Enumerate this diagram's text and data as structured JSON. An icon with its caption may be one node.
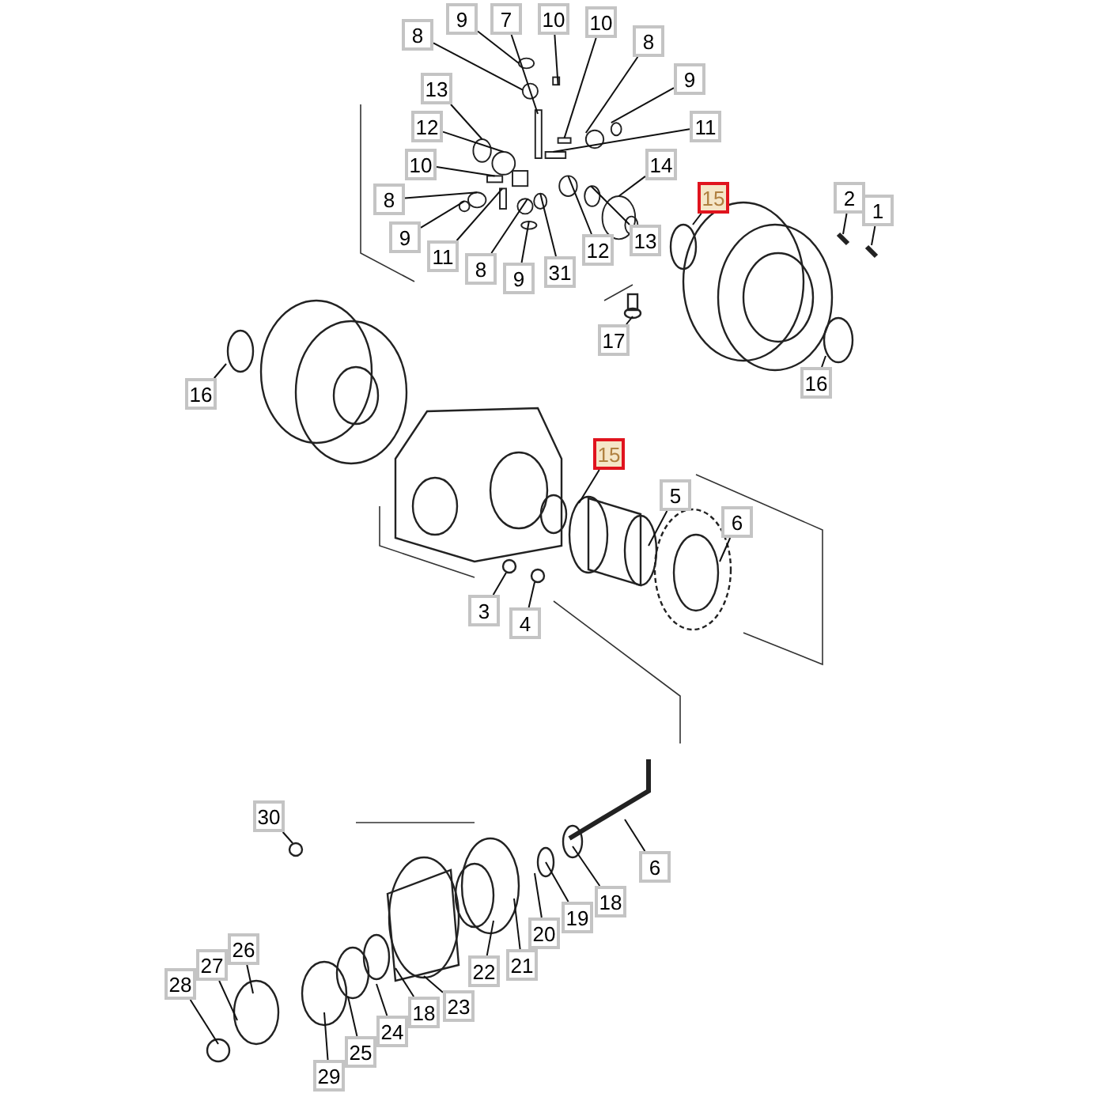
{
  "diagram": {
    "nodes": [
      {
        "text": [
          "9"
        ]
      },
      {
        "text": [
          "10"
        ]
      },
      {
        "text": [
          "8"
        ]
      },
      {
        "text": [
          "7"
        ]
      },
      {
        "text": [
          "8"
        ]
      },
      {
        "text": [
          "9"
        ]
      },
      {
        "text": [
          "13"
        ]
      },
      {
        "text": [
          "12"
        ]
      },
      {
        "text": [
          "10"
        ]
      },
      {
        "text": [
          "11"
        ]
      },
      {
        "text": [
          "12"
        ]
      },
      {
        "text": [
          "13"
        ]
      },
      {
        "text": [
          "14"
        ]
      },
      {
        "text": [
          "15"
        ]
      },
      {
        "text": [
          "10"
        ]
      },
      {
        "text": [
          "8"
        ]
      },
      {
        "text": [
          "9"
        ]
      },
      {
        "text": [
          "2"
        ]
      },
      {
        "text": [
          "1"
        ]
      },
      {
        "text": [
          "11"
        ]
      },
      {
        "text": [
          "8"
        ]
      },
      {
        "text": [
          "9"
        ]
      },
      {
        "text": [
          "31"
        ]
      },
      {
        "text": [
          "17"
        ]
      },
      {
        "text": [
          "16"
        ]
      },
      {
        "text": [
          "16"
        ]
      },
      {
        "text": [
          "15"
        ]
      },
      {
        "text": [
          "5"
        ]
      },
      {
        "text": [
          "6"
        ]
      },
      {
        "text": [
          "3"
        ]
      },
      {
        "text": [
          "4"
        ]
      },
      {
        "text": [
          "30"
        ]
      },
      {
        "text": [
          "6"
        ]
      },
      {
        "text": [
          "18"
        ]
      },
      {
        "text": [
          "19"
        ]
      },
      {
        "text": [
          "20"
        ]
      },
      {
        "text": [
          "21"
        ]
      },
      {
        "text": [
          "22"
        ]
      },
      {
        "text": [
          "23"
        ]
      },
      {
        "text": [
          "18"
        ]
      },
      {
        "text": [
          "24"
        ]
      },
      {
        "text": [
          "25"
        ]
      },
      {
        "text": [
          "29"
        ]
      },
      {
        "text": [
          "26"
        ]
      },
      {
        "text": [
          "27"
        ]
      },
      {
        "text": [
          "28"
        ]
      }
    ],
    "edges": [
      {
        "from": 0,
        "to": null,
        "arrow": "none"
      },
      {
        "from": 1,
        "to": null,
        "arrow": "none"
      },
      {
        "from": 2,
        "to": null,
        "arrow": "none"
      },
      {
        "from": 3,
        "to": null,
        "arrow": "none"
      },
      {
        "from": 4,
        "to": null,
        "arrow": "none"
      },
      {
        "from": 5,
        "to": null,
        "arrow": "none"
      },
      {
        "from": 6,
        "to": null,
        "arrow": "none"
      },
      {
        "from": 7,
        "to": null,
        "arrow": "none"
      },
      {
        "from": 8,
        "to": null,
        "arrow": "none"
      },
      {
        "from": 9,
        "to": null,
        "arrow": "none"
      },
      {
        "from": 10,
        "to": null,
        "arrow": "none"
      },
      {
        "from": 11,
        "to": null,
        "arrow": "none"
      },
      {
        "from": 12,
        "to": null,
        "arrow": "none"
      },
      {
        "from": 13,
        "to": null,
        "arrow": "none"
      },
      {
        "from": 14,
        "to": null,
        "arrow": "none"
      },
      {
        "from": 15,
        "to": null,
        "arrow": "none"
      },
      {
        "from": 16,
        "to": null,
        "arrow": "none"
      },
      {
        "from": 17,
        "to": null,
        "arrow": "none"
      },
      {
        "from": 18,
        "to": null,
        "arrow": "none"
      },
      {
        "from": 19,
        "to": null,
        "arrow": "none"
      },
      {
        "from": 20,
        "to": null,
        "arrow": "none"
      },
      {
        "from": 21,
        "to": null,
        "arrow": "none"
      },
      {
        "from": 22,
        "to": null,
        "arrow": "none"
      },
      {
        "from": 23,
        "to": null,
        "arrow": "none"
      },
      {
        "from": 24,
        "to": null,
        "arrow": "none"
      },
      {
        "from": 25,
        "to": null,
        "arrow": "none"
      },
      {
        "from": 26,
        "to": null,
        "arrow": "none"
      },
      {
        "from": 27,
        "to": null,
        "arrow": "none"
      },
      {
        "from": 28,
        "to": null,
        "arrow": "none"
      },
      {
        "from": 29,
        "to": null,
        "arrow": "none"
      },
      {
        "from": 30,
        "to": null,
        "arrow": "none"
      },
      {
        "from": 31,
        "to": null,
        "arrow": "none"
      },
      {
        "from": 32,
        "to": null,
        "arrow": "none"
      },
      {
        "from": 33,
        "to": null,
        "arrow": "none"
      },
      {
        "from": 34,
        "to": null,
        "arrow": "none"
      },
      {
        "from": 35,
        "to": null,
        "arrow": "none"
      },
      {
        "from": 36,
        "to": null,
        "arrow": "none"
      },
      {
        "from": 37,
        "to": null,
        "arrow": "none"
      },
      {
        "from": 38,
        "to": null,
        "arrow": "none"
      },
      {
        "from": 39,
        "to": null,
        "arrow": "none"
      },
      {
        "from": 40,
        "to": null,
        "arrow": "none"
      },
      {
        "from": 41,
        "to": null,
        "arrow": "none"
      },
      {
        "from": 42,
        "to": null,
        "arrow": "none"
      },
      {
        "from": 43,
        "to": null,
        "arrow": "none"
      },
      {
        "from": 44,
        "to": null,
        "arrow": "none"
      },
      {
        "from": 45,
        "to": null,
        "arrow": "none"
      }
    ]
  }
}
